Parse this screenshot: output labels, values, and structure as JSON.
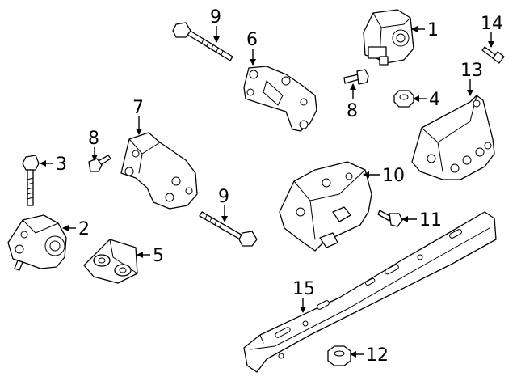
{
  "diagram": {
    "callouts": [
      {
        "id": "c1",
        "label": "1"
      },
      {
        "id": "c2",
        "label": "2"
      },
      {
        "id": "c3",
        "label": "3"
      },
      {
        "id": "c4",
        "label": "4"
      },
      {
        "id": "c5",
        "label": "5"
      },
      {
        "id": "c6",
        "label": "6"
      },
      {
        "id": "c7",
        "label": "7"
      },
      {
        "id": "c8a",
        "label": "8"
      },
      {
        "id": "c8b",
        "label": "8"
      },
      {
        "id": "c9a",
        "label": "9"
      },
      {
        "id": "c9b",
        "label": "9"
      },
      {
        "id": "c10",
        "label": "10"
      },
      {
        "id": "c11",
        "label": "11"
      },
      {
        "id": "c12",
        "label": "12"
      },
      {
        "id": "c13",
        "label": "13"
      },
      {
        "id": "c14",
        "label": "14"
      },
      {
        "id": "c15",
        "label": "15"
      }
    ]
  }
}
